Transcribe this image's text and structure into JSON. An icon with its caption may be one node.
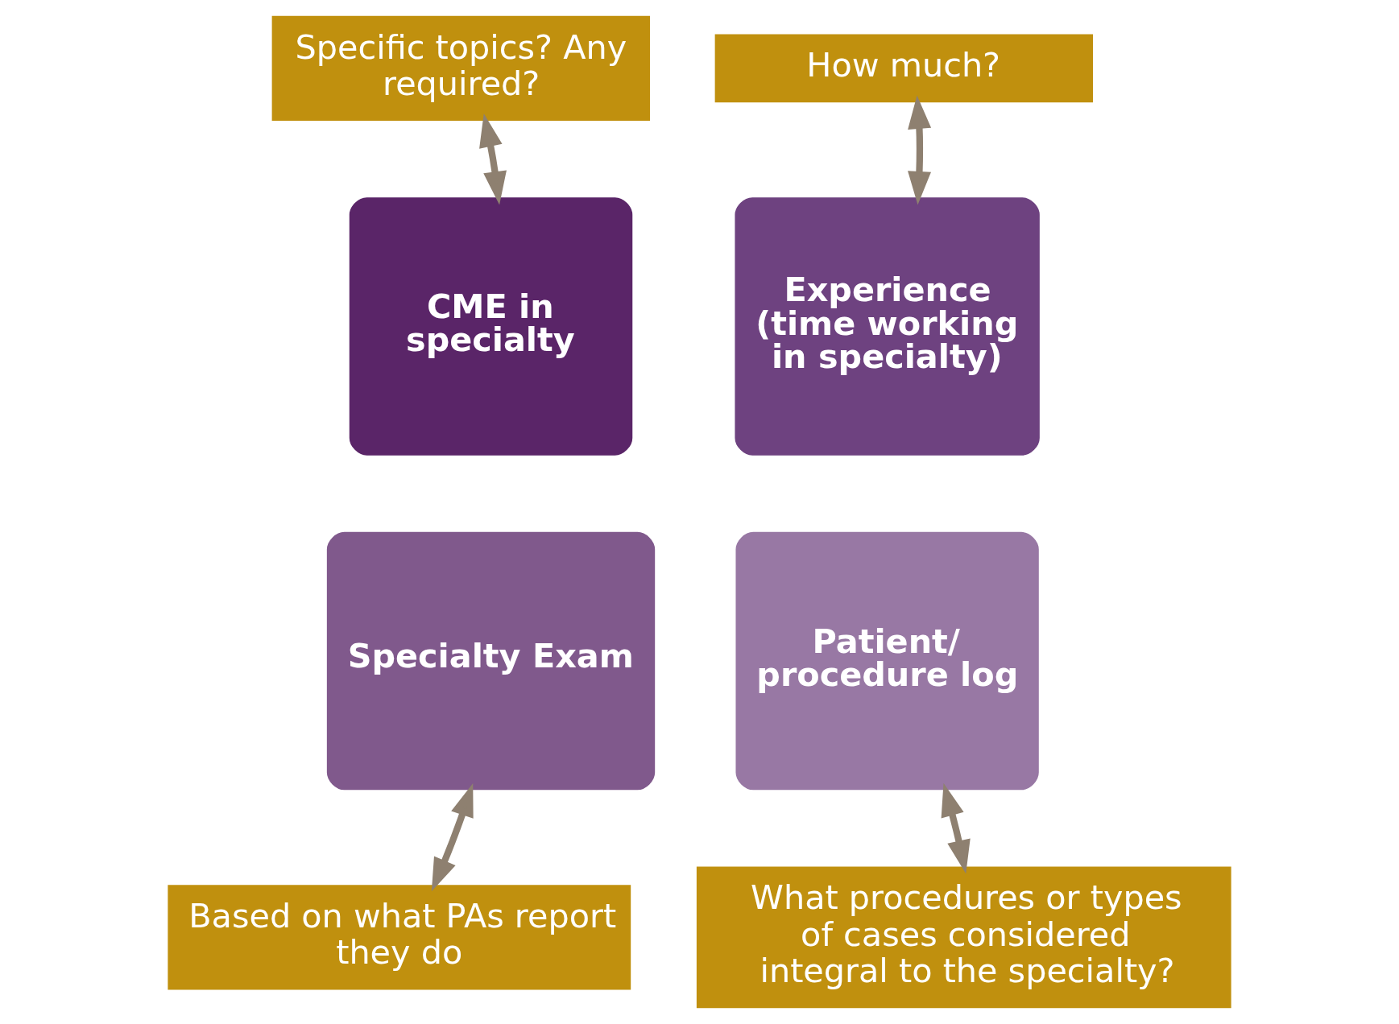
{
  "diagram": {
    "nodes": [
      {
        "text": [
          "Specific topics? Any required?"
        ]
      },
      {
        "text": [
          "How much?"
        ]
      },
      {
        "text": [
          "CME in specialty"
        ]
      },
      {
        "text": [
          "Experience (time working in specialty)"
        ]
      },
      {
        "text": [
          "Specialty Exam"
        ]
      },
      {
        "text": [
          "Patient/ procedure log"
        ]
      },
      {
        "text": [
          "Based on what PAs report they do"
        ]
      },
      {
        "text": [
          "What procedures or types of cases considered integral to the specialty?"
        ]
      }
    ],
    "edges": [
      {
        "from": 0,
        "to": 2,
        "arrow": "both"
      },
      {
        "from": 1,
        "to": 3,
        "arrow": "both"
      },
      {
        "from": 6,
        "to": 4,
        "arrow": "both"
      },
      {
        "from": 7,
        "to": 5,
        "arrow": "both"
      }
    ]
  }
}
